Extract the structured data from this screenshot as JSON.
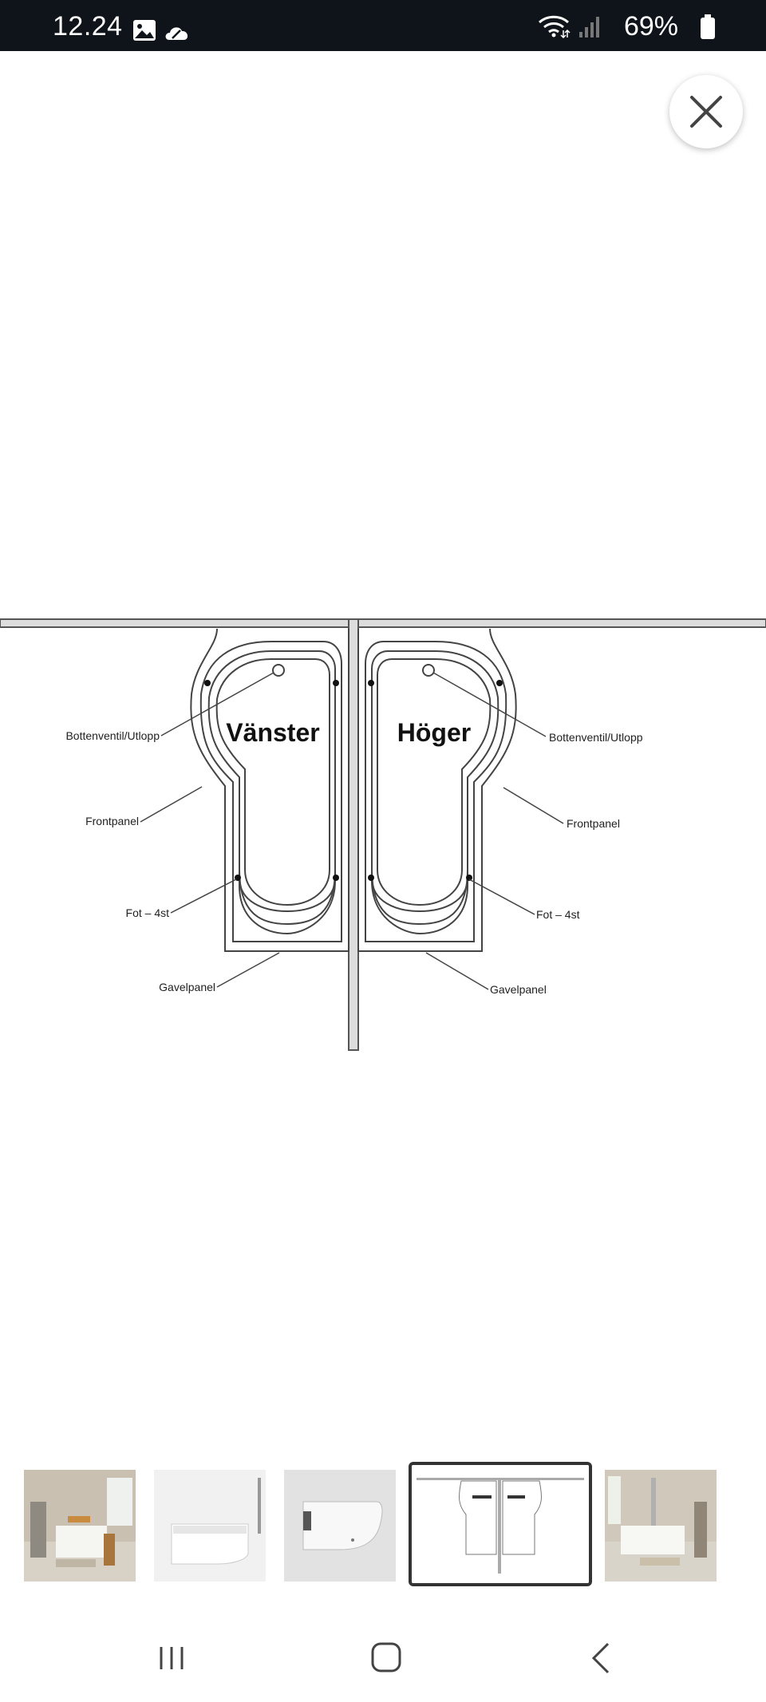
{
  "status_bar": {
    "time": "12.24",
    "battery": "69%",
    "icons": [
      "image-icon",
      "cloud-icon",
      "wifi-icon",
      "signal-icon",
      "battery-icon"
    ]
  },
  "viewer": {
    "close_icon": "close-icon"
  },
  "diagram": {
    "left_title": "Vänster",
    "right_title": "Höger",
    "left_labels": {
      "drain": "Bottenventil/Utlopp",
      "front": "Frontpanel",
      "feet": "Fot – 4st",
      "end": "Gavelpanel"
    },
    "right_labels": {
      "drain": "Bottenventil/Utlopp",
      "front": "Frontpanel",
      "feet": "Fot – 4st",
      "end": "Gavelpanel"
    }
  },
  "thumbnails": {
    "count": 5,
    "active_index": 3
  },
  "nav_bar": {
    "icons": [
      "recent-apps-icon",
      "home-icon",
      "back-icon"
    ]
  }
}
